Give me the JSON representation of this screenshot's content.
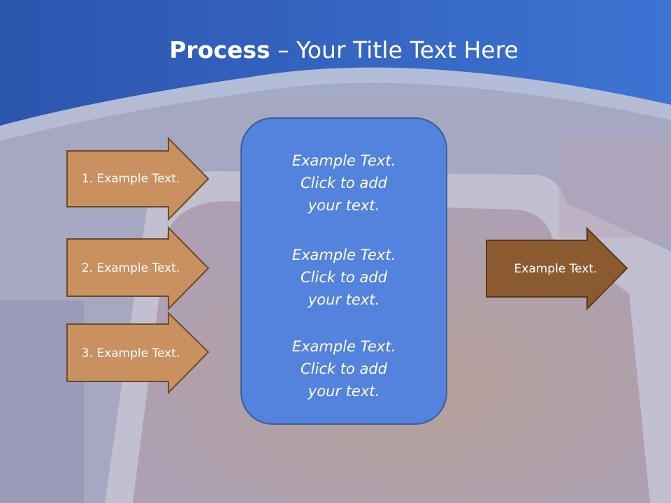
{
  "title": {
    "bold": "Process",
    "rest": " – Your Title Text Here"
  },
  "left_arrows": [
    {
      "label": "1. Example Text."
    },
    {
      "label": "2. Example Text."
    },
    {
      "label": "3. Example Text."
    }
  ],
  "center_box": {
    "paragraphs": [
      {
        "lines": [
          "Example Text.",
          "Click  to add",
          "your text."
        ]
      },
      {
        "lines": [
          "Example Text.",
          "Click  to add",
          "your text."
        ]
      },
      {
        "lines": [
          "Example Text.",
          "Click  to add",
          "your text."
        ]
      }
    ]
  },
  "right_arrow": {
    "label": "Example Text."
  },
  "colors": {
    "header_blue": "#2f5bb7",
    "arrow_left_fill": "#c9915f",
    "arrow_right_fill": "#8c5a30",
    "arrow_stroke": "#6a4a2a",
    "box_fill": "#5383dc"
  }
}
